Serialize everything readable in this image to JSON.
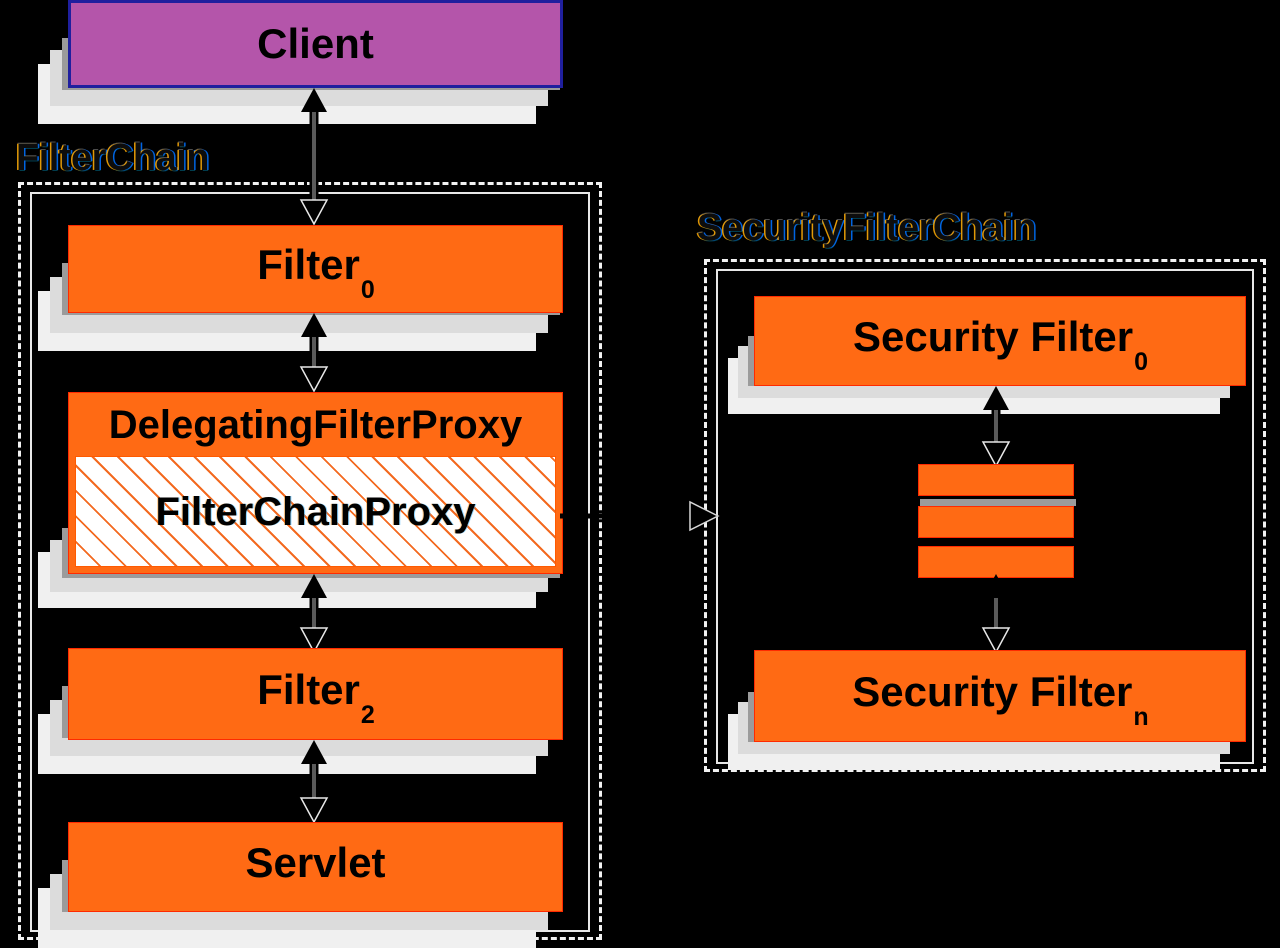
{
  "diagram": {
    "title": "Spring Security FilterChain and SecurityFilterChain",
    "background_color": "#000000",
    "node_fill_orange": "#ff6a14",
    "node_fill_purple": "#b455aa",
    "node_border_purple": "#1f1f9e",
    "group_border_color": "#f2f2f2",
    "shadow_colors": [
      "#9b9b9b",
      "#dcdcdc",
      "#f0f0f0"
    ]
  },
  "client": {
    "label": "Client"
  },
  "filter_chain": {
    "label": "FilterChain",
    "nodes": [
      {
        "label": "Filter",
        "subscript": "0"
      },
      {
        "label": "DelegatingFilterProxy",
        "inner_label": "FilterChainProxy"
      },
      {
        "label": "Filter",
        "subscript": "2"
      },
      {
        "label": "Servlet",
        "subscript": ""
      }
    ]
  },
  "security_filter_chain": {
    "label": "SecurityFilterChain",
    "nodes": [
      {
        "label": "Security Filter",
        "subscript": "0"
      },
      {
        "label": "",
        "subscript": ""
      },
      {
        "label": "Security Filter",
        "subscript": "n"
      }
    ],
    "ellipsis_stack_count": 3
  },
  "connectors": [
    {
      "from": "client",
      "to": "filter0",
      "style": "double-arrow-vertical"
    },
    {
      "from": "filter0",
      "to": "delegating-filter-proxy",
      "style": "double-arrow-vertical"
    },
    {
      "from": "delegating-filter-proxy",
      "to": "filter2",
      "style": "double-arrow-vertical"
    },
    {
      "from": "filter2",
      "to": "servlet",
      "style": "double-arrow-vertical"
    },
    {
      "from": "filter-chain-proxy",
      "to": "security-filter-chain",
      "style": "arrow-right"
    },
    {
      "from": "security-filter-0",
      "to": "stack",
      "style": "double-arrow-vertical"
    },
    {
      "from": "stack",
      "to": "security-filter-n",
      "style": "double-arrow-vertical"
    }
  ]
}
